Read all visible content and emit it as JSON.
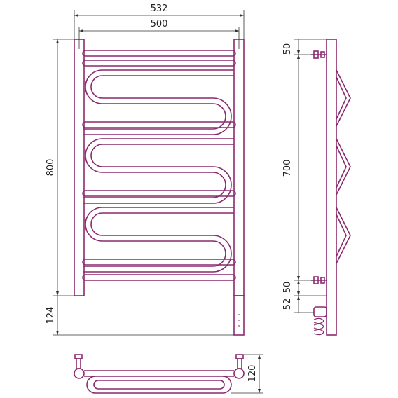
{
  "colors": {
    "outline": "#8a2a6e",
    "dimension": "#333333",
    "background": "#ffffff"
  },
  "dimensions": {
    "overall_width": "532",
    "inner_width": "500",
    "height": "800",
    "bottom_offset": "124",
    "top_mount": "50",
    "mount_spacing": "700",
    "bottom_mount": "50",
    "connector_height": "52",
    "depth": "120"
  },
  "views": [
    "front-view",
    "side-view",
    "top-view"
  ]
}
